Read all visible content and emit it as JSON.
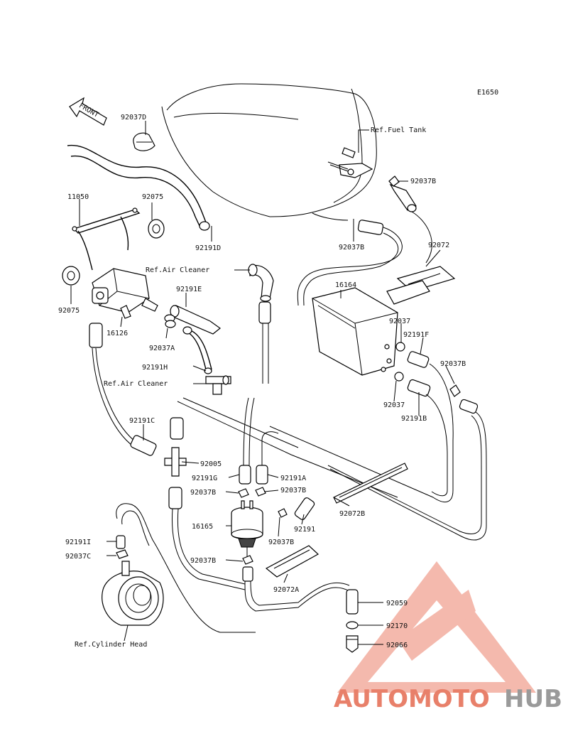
{
  "diagram": {
    "code": "E1650",
    "front_label": "FRONT",
    "labels": {
      "l_92037D": "92037D",
      "l_reffueltank": "Ref.Fuel Tank",
      "l_11050": "11050",
      "l_92075a": "92075",
      "l_92037B_1": "92037B",
      "l_92191D": "92191D",
      "l_92037B_2": "92037B",
      "l_92072": "92072",
      "l_refaircleaner1": "Ref.Air Cleaner",
      "l_92075b": "92075",
      "l_92191E": "92191E",
      "l_16164": "16164",
      "l_16126": "16126",
      "l_92037A": "92037A",
      "l_92037": "92037",
      "l_92191F": "92191F",
      "l_92037B_3": "92037B",
      "l_92191H": "92191H",
      "l_refaircleaner2": "Ref.Air Cleaner",
      "l_92037b_4": "92037",
      "l_92191B": "92191B",
      "l_92191C": "92191C",
      "l_92005": "92005",
      "l_92191G": "92191G",
      "l_92191A": "92191A",
      "l_92037B_5": "92037B",
      "l_92037B_6": "92037B",
      "l_92072B": "92072B",
      "l_16165": "16165",
      "l_92191": "92191",
      "l_92037B_7": "92037B",
      "l_92191I": "92191I",
      "l_92037C": "92037C",
      "l_92037B_8": "92037B",
      "l_92072A": "92072A",
      "l_92059": "92059",
      "l_92170": "92170",
      "l_92066": "92066",
      "l_refcylhead": "Ref.Cylinder Head"
    }
  },
  "watermark": {
    "part1": "AUTOMOTO",
    "part2": "HUB",
    "color_primary": "#e8806a",
    "color_secondary": "#9a9a9a",
    "color_light": "#f4b9ad"
  }
}
